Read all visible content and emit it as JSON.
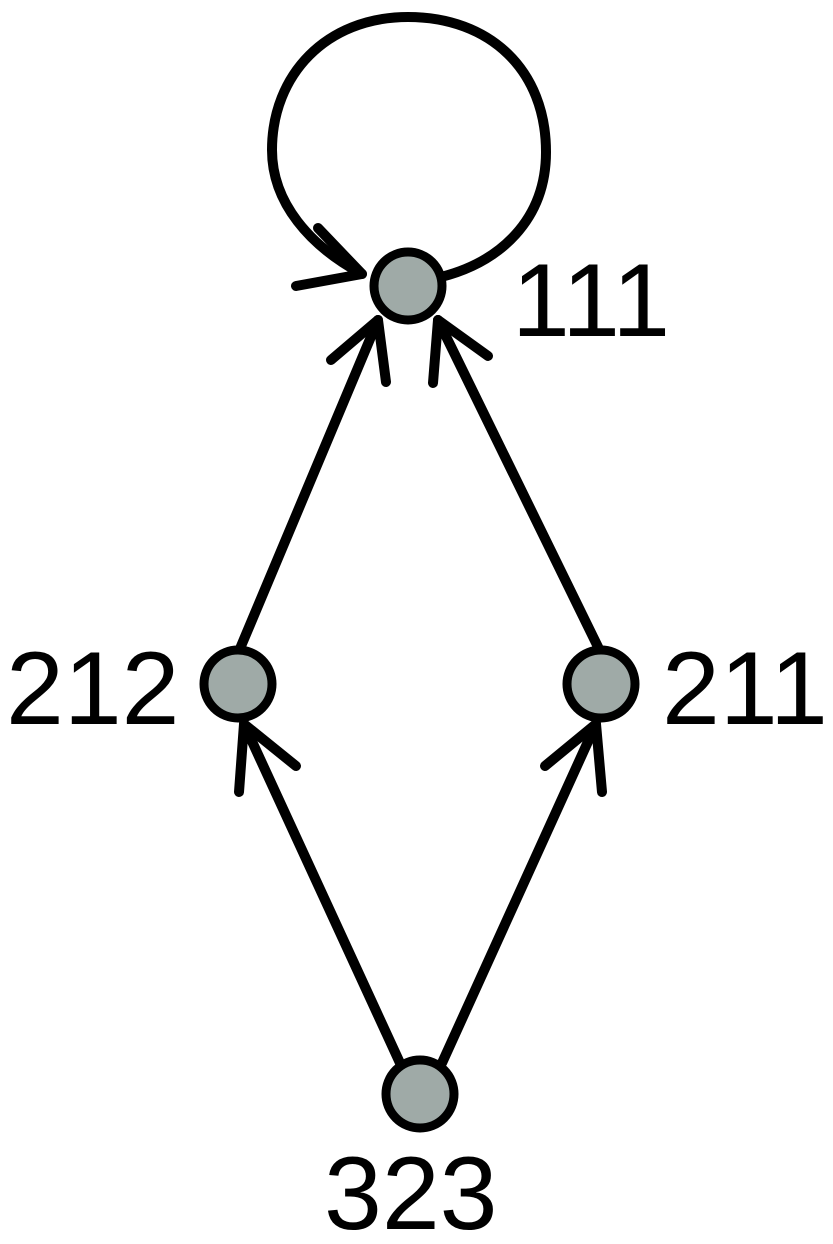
{
  "diagram": {
    "type": "directed-graph",
    "node_fill": "#9faaa7",
    "edge_color": "#000000",
    "nodes": [
      {
        "id": "n111",
        "label": "111"
      },
      {
        "id": "n212",
        "label": "212"
      },
      {
        "id": "n211",
        "label": "211"
      },
      {
        "id": "n323",
        "label": "323"
      }
    ],
    "edges": [
      {
        "from": "111",
        "to": "111"
      },
      {
        "from": "212",
        "to": "111"
      },
      {
        "from": "211",
        "to": "111"
      },
      {
        "from": "323",
        "to": "212"
      },
      {
        "from": "323",
        "to": "211"
      }
    ]
  }
}
